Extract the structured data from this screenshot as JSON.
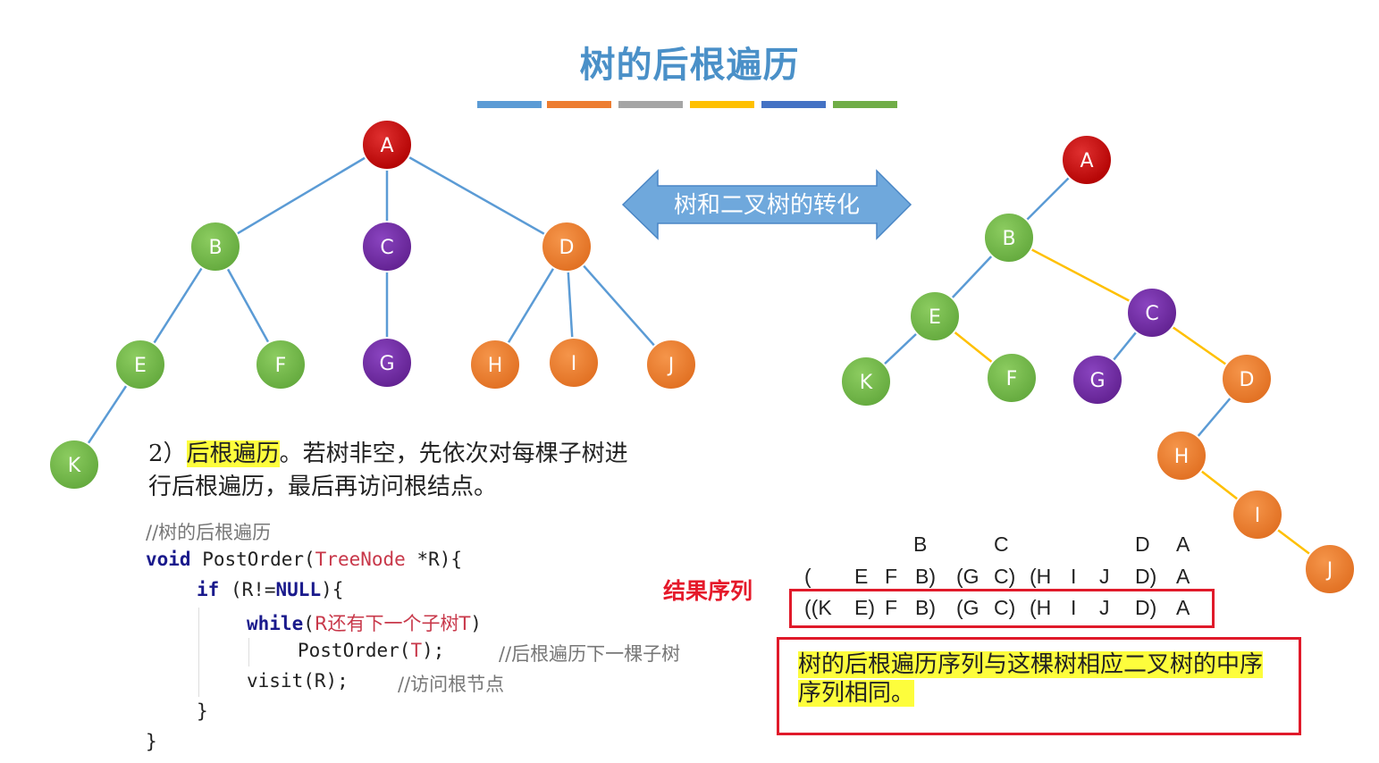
{
  "title": "树的后根遍历",
  "color_bars": [
    "#5b9bd5",
    "#ed7d31",
    "#a5a5a5",
    "#ffc000",
    "#4472c4",
    "#70ad47"
  ],
  "colors": {
    "red": "#c00000",
    "green": "#70ad47",
    "purple": "#7030a0",
    "orange": "#ed7d31",
    "arrow": "#5b9bd5",
    "thread": "#ffc000",
    "highlight": "#fdfd3c",
    "box": "#e01a2a"
  },
  "arrow_label": "树和二叉树的转化",
  "tree_nodes": {
    "A": "A",
    "B": "B",
    "C": "C",
    "D": "D",
    "E": "E",
    "F": "F",
    "G": "G",
    "H": "H",
    "I": "I",
    "J": "J",
    "K": "K"
  },
  "description": {
    "prefix": "2）",
    "highlight": "后根遍历",
    "rest": "。若树非空，先依次对每棵子树进行后根遍历，最后再访问根结点。"
  },
  "code": {
    "comment": "//树的后根遍历",
    "line1_kw": "void",
    "line1_a": " PostOrder(",
    "line1_type": "TreeNode",
    "line1_b": " *R){",
    "line2_kw": "if",
    "line2_a": " (R!=",
    "line2_null": "NULL",
    "line2_b": "){",
    "line3_kw": "while",
    "line3_a": "(",
    "line3_cond": "R还有下一个子树T",
    "line3_b": ")",
    "line4": "PostOrder(",
    "line4_t": "T",
    "line4_b": ");",
    "line4_comment": "//后根遍历下一棵子树",
    "line5": "visit(R);",
    "line5_comment": "//访问根节点",
    "line6": "}",
    "line7": "}"
  },
  "result_label": "结果序列",
  "sequence": {
    "row1": [
      "B",
      "C",
      "D",
      "A"
    ],
    "row2": [
      "(",
      "E",
      "F",
      "B)",
      "(G",
      "C)",
      "(H",
      "I",
      "J",
      "D)",
      "A"
    ],
    "row3": [
      "((K",
      "E)",
      "F",
      "B)",
      "(G",
      "C)",
      "(H",
      "I",
      "J",
      "D)",
      "A"
    ]
  },
  "conclusion": "树的后根遍历序列与这棵树相应二叉树的中序序列相同。"
}
